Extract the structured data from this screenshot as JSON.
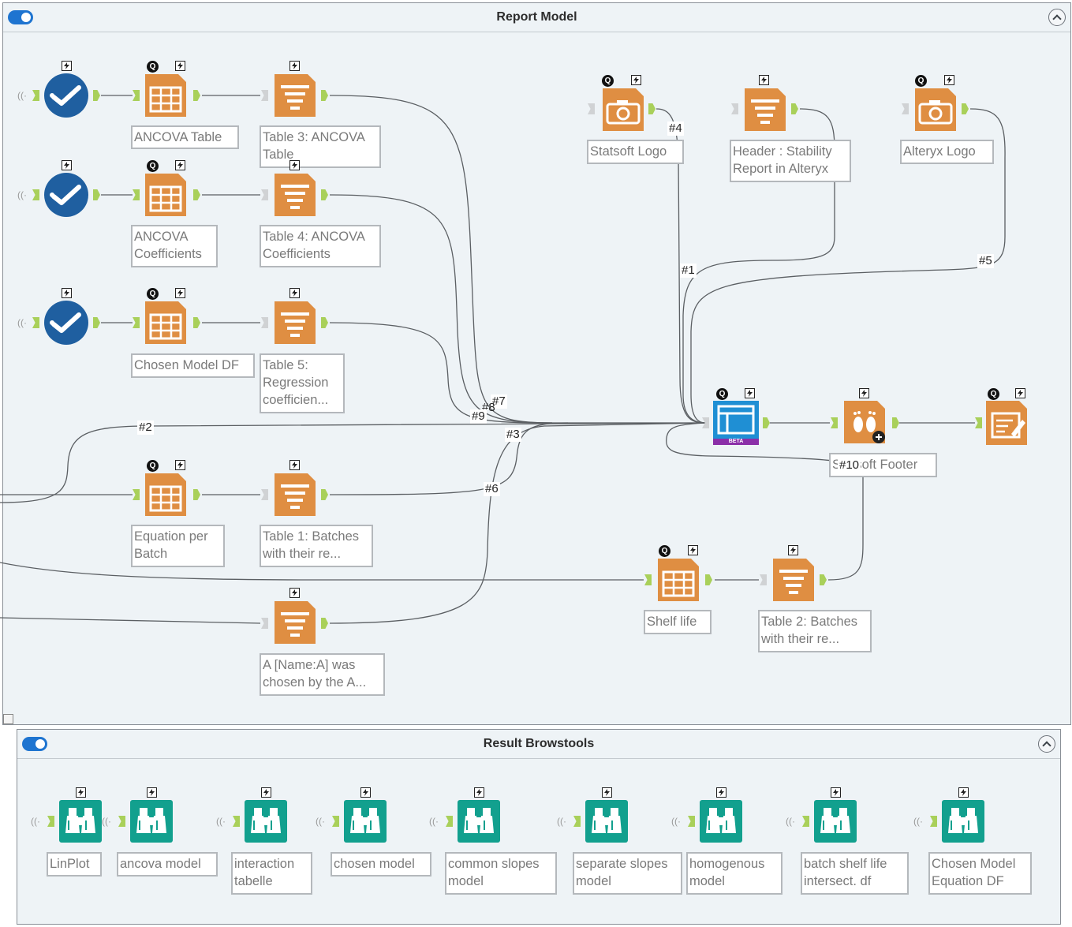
{
  "report_container": {
    "title": "Report Model",
    "tools": {
      "ancova_table": "ANCOVA Table",
      "table3": "Table 3: ANCOVA\nTable",
      "ancova_coeff": "ANCOVA\nCoefficients",
      "table4": "Table 4: ANCOVA\nCoefficients",
      "chosen_model_df": "Chosen Model DF",
      "table5": "Table 5:\nRegression\ncoefficien...",
      "equation_per_batch": "Equation per\nBatch",
      "table1": "Table 1: Batches\nwith their re...",
      "a_name": "A [Name:A] was\nchosen by the A...",
      "statsoft_logo": "Statsoft Logo",
      "header": "Header : Stability\nReport in Alteryx",
      "alteryx_logo": "Alteryx Logo",
      "footer": "Statsoft Footer",
      "shelf_life": "Shelf life",
      "table2": "Table 2: Batches\nwith their re..."
    },
    "wire_labels": {
      "w1": "#1",
      "w2": "#2",
      "w3": "#3",
      "w4": "#4",
      "w5": "#5",
      "w6": "#6",
      "w7": "#7",
      "w8": "#8",
      "w9": "#9",
      "w10": "#10"
    },
    "beta_text": "BETA",
    "q_badge": "Q"
  },
  "browse_container": {
    "title": "Result Browstools",
    "tools": [
      "LinPlot",
      "ancova model",
      "interaction\ntabelle",
      "chosen model",
      "common slopes\nmodel",
      "separate slopes\nmodel",
      "homogenous\nmodel",
      "batch shelf life\nintersect. df",
      "Chosen Model\nEquation DF"
    ]
  },
  "colors": {
    "orange_tool": "#df8e42",
    "blue_check": "#1f5fa0",
    "browse_teal": "#12a08e",
    "render_blue": "#1f8fd4",
    "beta_purple": "#8b2fa8",
    "anchor_green": "#a9d05a",
    "toggle_blue": "#1e74d0"
  },
  "icons": {
    "check": "check-circle-icon",
    "table": "table-icon",
    "layout": "layout-icon",
    "image": "camera-icon",
    "render": "render-icon",
    "footer": "footprint-icon",
    "report_text": "report-text-icon",
    "browse": "binoculars-icon"
  }
}
